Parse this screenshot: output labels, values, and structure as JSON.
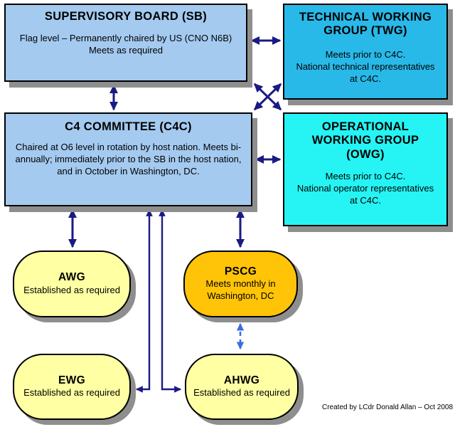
{
  "colors": {
    "box_blue": "#A4CAF0",
    "box_cyan_dark": "#29B9E9",
    "box_cyan": "#26F3F3",
    "box_yellow": "#FFFFA3",
    "box_gold": "#FFC408",
    "arrow": "#1A1A85",
    "arrow_dashed": "#3C6CE4",
    "shadow": "#8E8E8E",
    "border": "#000000"
  },
  "nodes": {
    "sb": {
      "title": "SUPERVISORY BOARD (SB)",
      "body": "Flag level – Permanently chaired by US (CNO N6B)\nMeets as required"
    },
    "twg": {
      "title": "TECHNICAL WORKING GROUP (TWG)",
      "body": "Meets prior to C4C.\nNational technical representatives at C4C."
    },
    "c4c": {
      "title": "C4 COMMITTEE (C4C)",
      "body": "Chaired at O6 level in rotation by host nation. Meets bi-annually; immediately prior to the SB in the host nation, and in October in Washington, DC."
    },
    "owg": {
      "title": "OPERATIONAL WORKING GROUP (OWG)",
      "body": "Meets prior to C4C.\nNational operator representatives at C4C."
    },
    "awg": {
      "title": "AWG",
      "body": "Established as required"
    },
    "pscg": {
      "title": "PSCG",
      "body": "Meets monthly in Washington, DC"
    },
    "ewg": {
      "title": "EWG",
      "body": "Established as required"
    },
    "ahwg": {
      "title": "AHWG",
      "body": "Established as required"
    }
  },
  "connections": [
    {
      "from": "SB",
      "to": "TWG",
      "type": "double-arrow"
    },
    {
      "from": "SB",
      "to": "C4C",
      "type": "double-arrow"
    },
    {
      "from": "SB",
      "to": "OWG",
      "type": "double-arrow-diagonal"
    },
    {
      "from": "TWG",
      "to": "C4C",
      "type": "double-arrow-diagonal"
    },
    {
      "from": "C4C",
      "to": "OWG",
      "type": "double-arrow"
    },
    {
      "from": "C4C",
      "to": "AWG",
      "type": "double-arrow"
    },
    {
      "from": "C4C",
      "to": "PSCG",
      "type": "double-arrow"
    },
    {
      "from": "C4C",
      "to": "EWG",
      "type": "double-arrow-elbow"
    },
    {
      "from": "C4C",
      "to": "AHWG",
      "type": "double-arrow-elbow"
    },
    {
      "from": "PSCG",
      "to": "AHWG",
      "type": "dashed-double-arrow"
    }
  ],
  "credit": "Created by LCdr Donald Allan – Oct 2008"
}
